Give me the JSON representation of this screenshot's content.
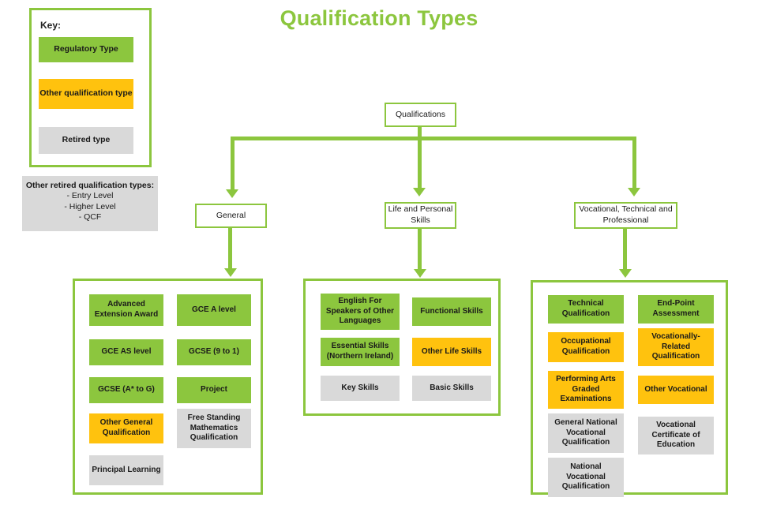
{
  "title": "Qualification Types",
  "colors": {
    "regulatory_green": "#8CC63E",
    "other_orange": "#FFC20E",
    "retired_grey": "#D9D9D9",
    "background": "#FFFFFF",
    "text": "#1A1A1A"
  },
  "key": {
    "heading": "Key:",
    "items": [
      {
        "label": "Regulatory Type",
        "type": "regulatory"
      },
      {
        "label": "Other qualification type",
        "type": "other"
      },
      {
        "label": "Retired type",
        "type": "retired"
      }
    ]
  },
  "retired_note": {
    "heading": "Other retired qualification types:",
    "items": [
      "- Entry Level",
      "- Higher Level",
      "- QCF"
    ]
  },
  "flow": {
    "root": "Qualifications",
    "branches": [
      {
        "label": "General"
      },
      {
        "label": "Life and Personal Skills"
      },
      {
        "label": "Vocational, Technical and Professional"
      }
    ]
  },
  "groups": {
    "general": {
      "items": [
        {
          "label": "Advanced Extension Award",
          "type": "regulatory"
        },
        {
          "label": "GCE A level",
          "type": "regulatory"
        },
        {
          "label": "GCE AS level",
          "type": "regulatory"
        },
        {
          "label": "GCSE (9 to 1)",
          "type": "regulatory"
        },
        {
          "label": "GCSE (A* to G)",
          "type": "regulatory"
        },
        {
          "label": "Project",
          "type": "regulatory"
        },
        {
          "label": "Other General Qualification",
          "type": "other"
        },
        {
          "label": "Free Standing Mathematics Qualification",
          "type": "retired"
        },
        {
          "label": "Principal Learning",
          "type": "retired"
        }
      ]
    },
    "life": {
      "items": [
        {
          "label": "English For Speakers of Other Languages",
          "type": "regulatory"
        },
        {
          "label": "Functional Skills",
          "type": "regulatory"
        },
        {
          "label": "Essential Skills (Northern Ireland)",
          "type": "regulatory"
        },
        {
          "label": "Other Life Skills",
          "type": "other"
        },
        {
          "label": "Key Skills",
          "type": "retired"
        },
        {
          "label": "Basic Skills",
          "type": "retired"
        }
      ]
    },
    "vtp": {
      "items": [
        {
          "label": "Technical Qualification",
          "type": "regulatory"
        },
        {
          "label": "End-Point Assessment",
          "type": "regulatory"
        },
        {
          "label": "Occupational Qualification",
          "type": "other"
        },
        {
          "label": "Vocationally-Related Qualification",
          "type": "other"
        },
        {
          "label": "Performing Arts Graded Examinations",
          "type": "other"
        },
        {
          "label": "Other Vocational",
          "type": "other"
        },
        {
          "label": "General National Vocational Qualification",
          "type": "retired"
        },
        {
          "label": "Vocational Certificate of Education",
          "type": "retired"
        },
        {
          "label": "National Vocational Qualification",
          "type": "retired"
        }
      ]
    }
  }
}
